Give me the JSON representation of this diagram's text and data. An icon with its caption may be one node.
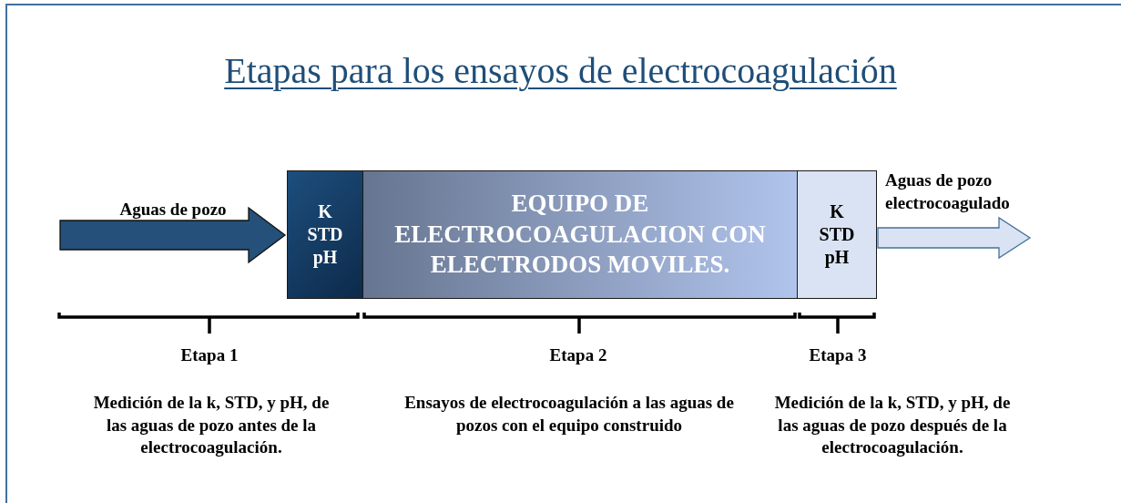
{
  "diagram": {
    "title": "Etapas para los ensayos de electrocoagulación",
    "nodes": [
      {
        "text": [
          "K STD pH"
        ]
      },
      {
        "text": [
          "EQUIPO DE ELECTROCOAGULACION CON ELECTRODOS MOVILES."
        ]
      },
      {
        "text": [
          "K STD pH"
        ]
      }
    ],
    "edges": [
      {
        "from": null,
        "to": 0,
        "arrow": "to",
        "label": "Aguas de pozo"
      },
      {
        "from": 2,
        "to": null,
        "arrow": "to",
        "label": "Aguas de pozo electrocoagulado",
        "color": "#dae3f3"
      }
    ],
    "labels": [
      "Etapa 1",
      "Etapa 2",
      "Etapa 3",
      "Medición de la k, STD, y pH, de las aguas de pozo antes de la electrocoagulación.",
      "Ensayos de electrocoagulación a las aguas de pozos con el equipo construido",
      "Medición de la k, STD, y pH, de las aguas de pozo después de la electrocoagulación."
    ]
  }
}
